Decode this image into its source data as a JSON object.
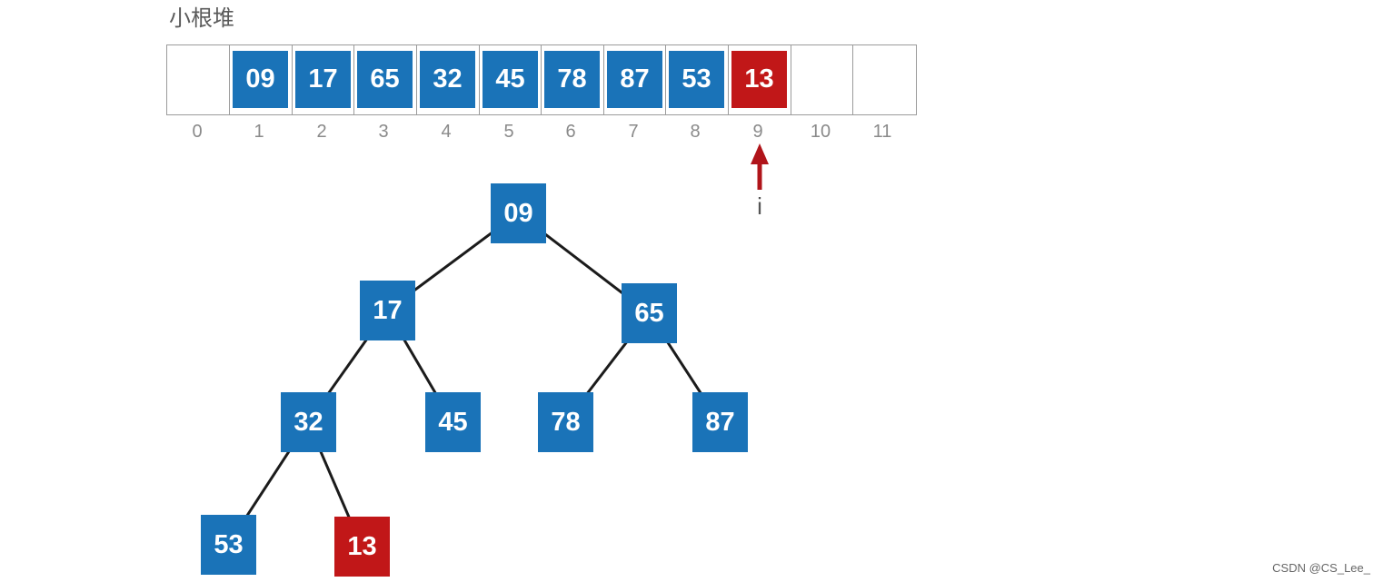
{
  "title": "小根堆",
  "array": {
    "cells": [
      {
        "index": "0",
        "value": "",
        "state": "empty"
      },
      {
        "index": "1",
        "value": "09",
        "state": "normal"
      },
      {
        "index": "2",
        "value": "17",
        "state": "normal"
      },
      {
        "index": "3",
        "value": "65",
        "state": "normal"
      },
      {
        "index": "4",
        "value": "32",
        "state": "normal"
      },
      {
        "index": "5",
        "value": "45",
        "state": "normal"
      },
      {
        "index": "6",
        "value": "78",
        "state": "normal"
      },
      {
        "index": "7",
        "value": "87",
        "state": "normal"
      },
      {
        "index": "8",
        "value": "53",
        "state": "normal"
      },
      {
        "index": "9",
        "value": "13",
        "state": "highlight"
      },
      {
        "index": "10",
        "value": "",
        "state": "empty"
      },
      {
        "index": "11",
        "value": "",
        "state": "empty"
      }
    ]
  },
  "pointer": {
    "label": "i",
    "target_index": "9"
  },
  "tree": {
    "nodes": [
      {
        "id": "n1",
        "value": "09",
        "state": "normal"
      },
      {
        "id": "n2",
        "value": "17",
        "state": "normal"
      },
      {
        "id": "n3",
        "value": "65",
        "state": "normal"
      },
      {
        "id": "n4",
        "value": "32",
        "state": "normal"
      },
      {
        "id": "n5",
        "value": "45",
        "state": "normal"
      },
      {
        "id": "n6",
        "value": "78",
        "state": "normal"
      },
      {
        "id": "n7",
        "value": "87",
        "state": "normal"
      },
      {
        "id": "n8",
        "value": "53",
        "state": "normal"
      },
      {
        "id": "n9",
        "value": "13",
        "state": "highlight"
      }
    ],
    "edges": [
      [
        "n1",
        "n2"
      ],
      [
        "n1",
        "n3"
      ],
      [
        "n2",
        "n4"
      ],
      [
        "n2",
        "n5"
      ],
      [
        "n3",
        "n6"
      ],
      [
        "n3",
        "n7"
      ],
      [
        "n4",
        "n8"
      ],
      [
        "n4",
        "n9"
      ]
    ]
  },
  "colors": {
    "node": "#1a73b8",
    "highlight": "#c11718",
    "arrow": "#b0141a",
    "edge": "#1b1b1b"
  },
  "credit": "CSDN @CS_Lee_"
}
